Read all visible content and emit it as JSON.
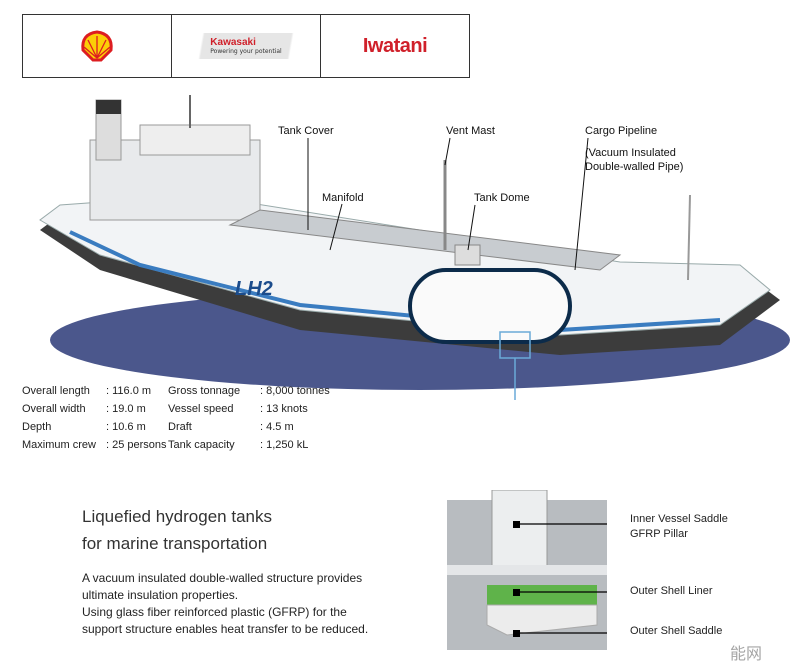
{
  "logos": {
    "shell": "Shell",
    "kawasaki_name": "Kawasaki",
    "kawasaki_tagline": "Powering your potential",
    "iwatani": "Iwatani"
  },
  "ship": {
    "hull_text": "LH2"
  },
  "callouts": {
    "tank_cover": "Tank Cover",
    "vent_mast": "Vent Mast",
    "cargo_pipeline": "Cargo Pipeline",
    "cargo_pipeline_note_1": "(Vacuum Insulated",
    "cargo_pipeline_note_2": "Double-walled Pipe)",
    "manifold": "Manifold",
    "tank_dome": "Tank Dome"
  },
  "specs": [
    {
      "label": "Overall length",
      "value": ": 116.0 m"
    },
    {
      "label": "Gross tonnage",
      "value": ": 8,000 tonnes"
    },
    {
      "label": "Overall width",
      "value": ": 19.0 m"
    },
    {
      "label": "Vessel speed",
      "value": ": 13 knots"
    },
    {
      "label": "Depth",
      "value": ": 10.6 m"
    },
    {
      "label": "Draft",
      "value": ": 4.5 m"
    },
    {
      "label": "Maximum crew",
      "value": ": 25 persons"
    },
    {
      "label": "Tank capacity",
      "value": ": 1,250 kL"
    }
  ],
  "section": {
    "title_1": "Liquefied hydrogen tanks",
    "title_2": "for marine transportation",
    "desc_1": "A vacuum insulated double-walled structure provides",
    "desc_2": "ultimate insulation properties.",
    "desc_3": "Using glass fiber reinforced plastic (GFRP) for the",
    "desc_4": "support structure enables heat transfer to be reduced."
  },
  "detail": {
    "inner_saddle_1": "Inner Vessel Saddle",
    "inner_saddle_2": "GFRP Pillar",
    "outer_liner": "Outer Shell Liner",
    "outer_saddle": "Outer Shell Saddle"
  },
  "watermark": "能网"
}
